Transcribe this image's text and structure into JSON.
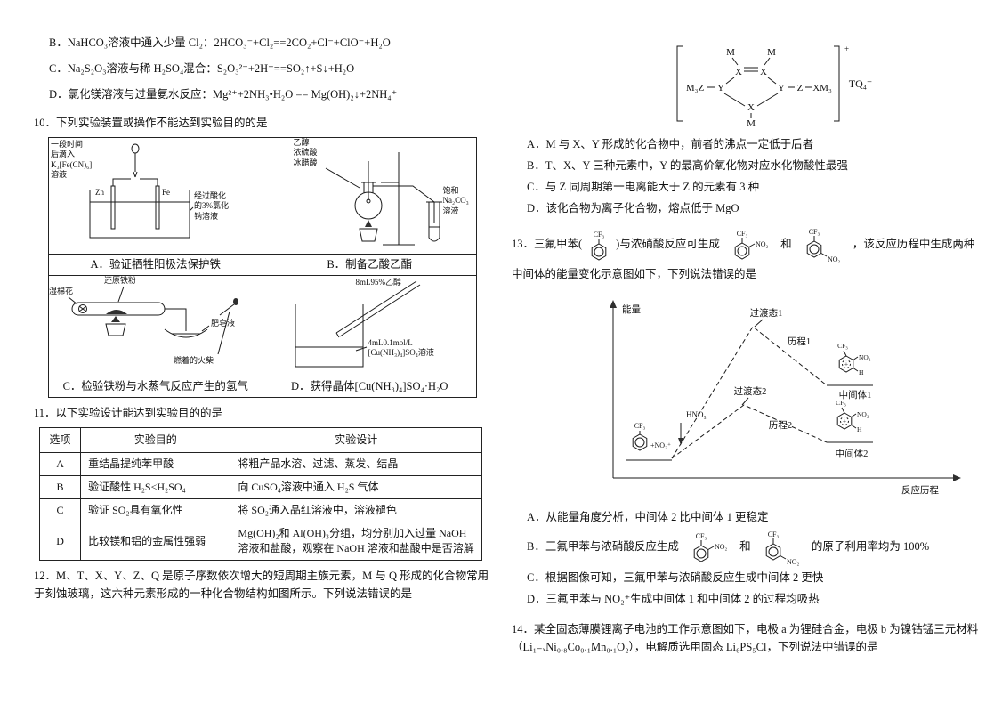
{
  "q9": {
    "options": [
      "B．NaHCO₃溶液中通入少量 Cl₂：2HCO₃⁻+Cl₂==2CO₂+Cl⁻+ClO⁻+H₂O",
      "C．Na₂S₂O₃溶液与稀 H₂SO₄混合：S₂O₃²⁻+2H⁺==SO₂↑+S↓+H₂O",
      "D．氯化镁溶液与过量氨水反应：Mg²⁺+2NH₃•H₂O == Mg(OH)₂↓+2NH₄⁺"
    ]
  },
  "q10": {
    "stem": "10．下列实验装置或操作不能达到实验目的的是",
    "cellA": {
      "caption": "A．验证牺牲阳极法保护铁",
      "dropper_label": "一段时间\n后滴入\nK₃[Fe(CN)₆]\n溶液",
      "zn": "Zn",
      "fe": "Fe",
      "solution_label": "经过酸化\n的3%氯化\n钠溶液"
    },
    "cellB": {
      "caption": "B．制备乙酸乙酯",
      "mixture_label": "乙醇\n浓硫酸\n冰醋酸",
      "receiver_label": "饱和\nNa₂CO₃\n溶液"
    },
    "cellC": {
      "caption": "C．检验铁粉与水蒸气反应产生的氢气",
      "cotton_label": "湿棉花",
      "iron_label": "还原铁粉",
      "soap_label": "肥皂液",
      "match_label": "燃着的火柴"
    },
    "cellD": {
      "caption": "D．获得晶体[Cu(NH₃)₄]SO₄·H₂O",
      "ethanol_label": "8mL95%乙醇",
      "solution_label": "4mL0.1mol/L\n[Cu(NH₃)₄]SO₄溶液"
    }
  },
  "q11": {
    "stem": "11．以下实验设计能达到实验目的的是",
    "headers": [
      "选项",
      "实验目的",
      "实验设计"
    ],
    "rows": [
      {
        "option": "A",
        "purpose": "重结晶提纯苯甲酸",
        "design": "将粗产品水溶、过滤、蒸发、结晶"
      },
      {
        "option": "B",
        "purpose": "验证酸性 H₂S<H₂SO₄",
        "design": "向 CuSO₄溶液中通入 H₂S 气体"
      },
      {
        "option": "C",
        "purpose": "验证 SO₂具有氧化性",
        "design": "将 SO₂通入品红溶液中，溶液褪色"
      },
      {
        "option": "D",
        "purpose": "比较镁和铝的金属性强弱",
        "design": "Mg(OH)₂和 Al(OH)₃分组，均分别加入过量 NaOH 溶液和盐酸，观察在 NaOH 溶液和盐酸中是否溶解"
      }
    ]
  },
  "q12": {
    "stem": "12．M、T、X、Y、Z、Q 是原子序数依次增大的短周期主族元素，M 与 Q 形成的化合物常用于刻蚀玻璃，这六种元素形成的一种化合物结构如图所示。下列说法错误的是",
    "structure": {
      "m": "M",
      "x": "X",
      "y": "Y",
      "left_group": "M₃Z",
      "z": "Z",
      "xm3": "XM₃",
      "charge": "+",
      "anion": "TQ₄⁻"
    },
    "options": [
      "A．M 与 X、Y 形成的化合物中，前者的沸点一定低于后者",
      "B．T、X、Y 三种元素中，Y 的最高价氧化物对应水化物酸性最强",
      "C．与 Z 同周期第一电离能大于 Z 的元素有 3 种",
      "D．该化合物为离子化合物，熔点低于 MgO"
    ]
  },
  "q13": {
    "stem_part1": "13．三氟甲苯(",
    "stem_part2": ")与浓硝酸反应可生成",
    "stem_part3": "和",
    "stem_part4": "，该反应历程中生成两种中间体的能量变化示意图如下，下列说法错误的是",
    "chem": {
      "cf3": "CF₃",
      "no2": "NO₂",
      "h": "H",
      "plus": "+",
      "plus_no2": "+NO₂⁺",
      "hno3": "HNO₃"
    },
    "diagram": {
      "y_axis": "能量",
      "x_axis": "反应历程",
      "ts1": "过渡态1",
      "path1": "历程1",
      "ts2": "过渡态2",
      "path2": "历程2",
      "int1": "中间体1",
      "int2": "中间体2"
    },
    "optionA": "A．从能量角度分析，中间体 2 比中间体 1 更稳定",
    "optionB_part1": "B．三氟甲苯与浓硝酸反应生成",
    "optionB_part2": "和",
    "optionB_part3": "的原子利用率均为 100%",
    "optionC": "C．根据图像可知，三氟甲苯与浓硝酸反应生成中间体 2 更快",
    "optionD": "D．三氟甲苯与 NO₂⁺生成中间体 1 和中间体 2 的过程均吸热"
  },
  "q14": {
    "stem": "14．某全固态薄膜锂离子电池的工作示意图如下，电极 a 为锂硅合金，电极 b 为镍钴锰三元材料（Li₁₋ₓNi₀.₈Co₀.₁Mn₀.₁O₂），电解质选用固态 Li₆PS₅Cl，下列说法中错误的是"
  }
}
